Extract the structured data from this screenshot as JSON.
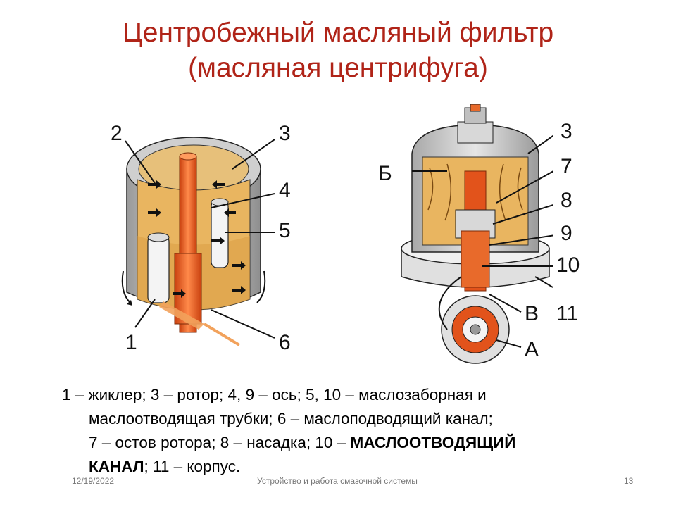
{
  "title": {
    "line1": "Центробежный масляный фильтр",
    "line2": "(масляная центрифуга)"
  },
  "left_figure": {
    "labels": {
      "l2": "2",
      "l3": "3",
      "l4": "4",
      "l5": "5",
      "l1": "1",
      "l6": "6"
    }
  },
  "right_figure": {
    "labels": {
      "l3": "3",
      "lb": "Б",
      "l7": "7",
      "l8": "8",
      "l9": "9",
      "l10": "10",
      "lv": "В",
      "l11": "11",
      "la": "А"
    }
  },
  "caption": {
    "line1": "1 – жиклер; 3 – ротор; 4, 9 – ось; 5, 10 – маслозаборная и",
    "line2": "маслоотводящая трубки; 6 – маслоподводящий канал;",
    "line3_prefix": "7 – остов ротора; 8 – насадка; 10 – ",
    "line3_bold": "МАСЛООТВОДЯЩИЙ",
    "line4_bold": "КАНАЛ",
    "line4_rest": "; 11 – корпус."
  },
  "footer": {
    "date": "12/19/2022",
    "center": "Устройство и работа смазочной системы",
    "page": "13"
  },
  "colors": {
    "title": "#b02418",
    "oil": "#e9b560",
    "axis": "#e2531b",
    "metal": "#bdbdbd"
  }
}
